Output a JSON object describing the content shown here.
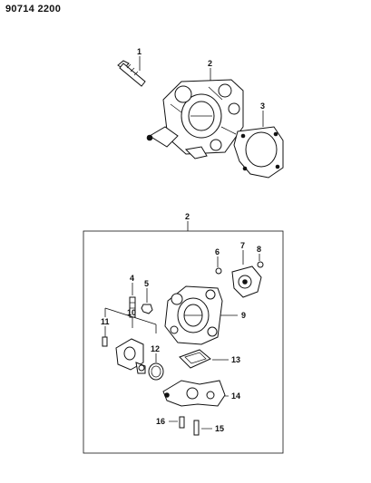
{
  "document_number": "90714 2200",
  "callouts": {
    "c1": "1",
    "c2_top": "2",
    "c3": "3",
    "c2_box": "2",
    "c4": "4",
    "c5": "5",
    "c6": "6",
    "c7": "7",
    "c8": "8",
    "c9": "9",
    "c10": "10",
    "c11": "11",
    "c12": "12",
    "c13": "13",
    "c14": "14",
    "c15": "15",
    "c16": "16"
  }
}
